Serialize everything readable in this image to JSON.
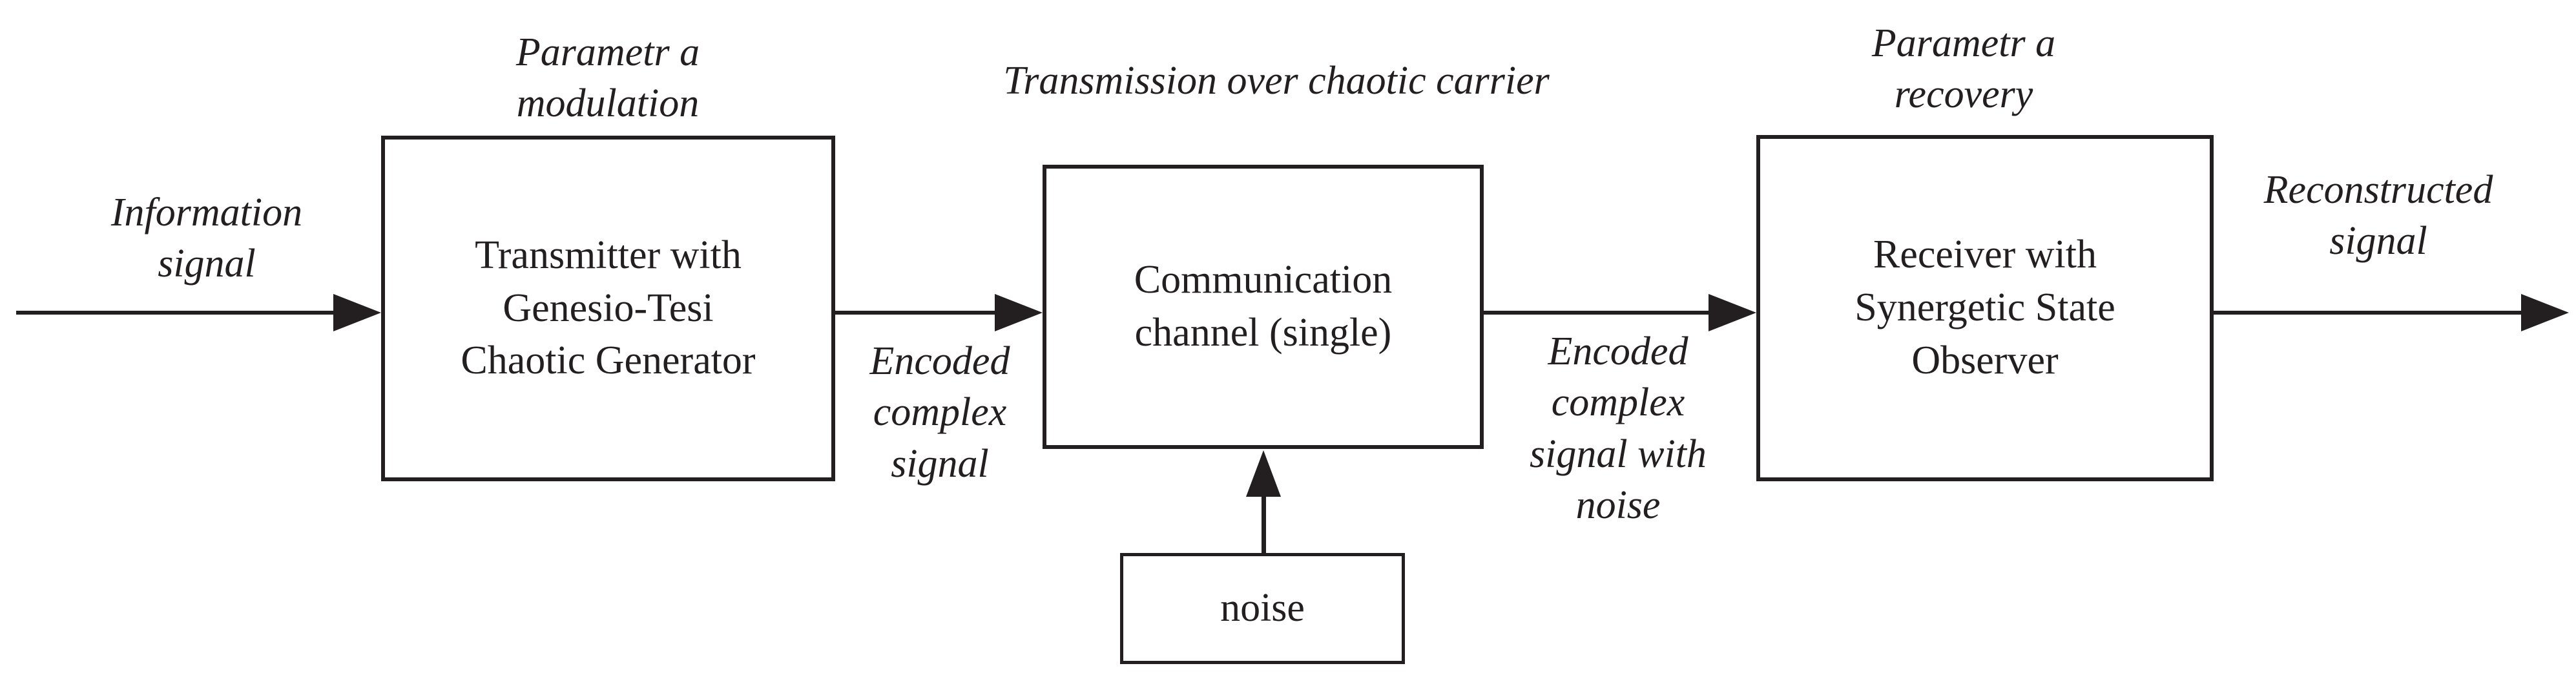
{
  "diagram": {
    "title": "Transmission over chaotic carrier",
    "blocks": {
      "transmitter": {
        "label": "Transmitter with\nGenesio-Tesi\nChaotic Generator"
      },
      "channel": {
        "label": "Communication\nchannel (single)"
      },
      "receiver": {
        "label": "Receiver with\nSynergetic State\nObserver"
      },
      "noise": {
        "label": "noise"
      }
    },
    "annotations": {
      "parametr_modulation": "Parametr a\nmodulation",
      "parametr_recovery": "Parametr a\nrecovery",
      "information_signal": "Information\nsignal",
      "encoded_complex_signal": "Encoded\ncomplex\nsignal",
      "encoded_complex_signal_with_noise": "Encoded\ncomplex\nsignal with\nnoise",
      "reconstructed_signal": "Reconstructed\nsignal"
    },
    "arrows": [
      {
        "name": "information-signal-arrow",
        "direction": "right"
      },
      {
        "name": "transmitter-to-channel-arrow",
        "direction": "right"
      },
      {
        "name": "channel-to-receiver-arrow",
        "direction": "right"
      },
      {
        "name": "reconstructed-signal-arrow",
        "direction": "right"
      },
      {
        "name": "noise-to-channel-arrow",
        "direction": "up"
      }
    ],
    "colors": {
      "ink": "#231f20",
      "background": "#ffffff"
    }
  }
}
